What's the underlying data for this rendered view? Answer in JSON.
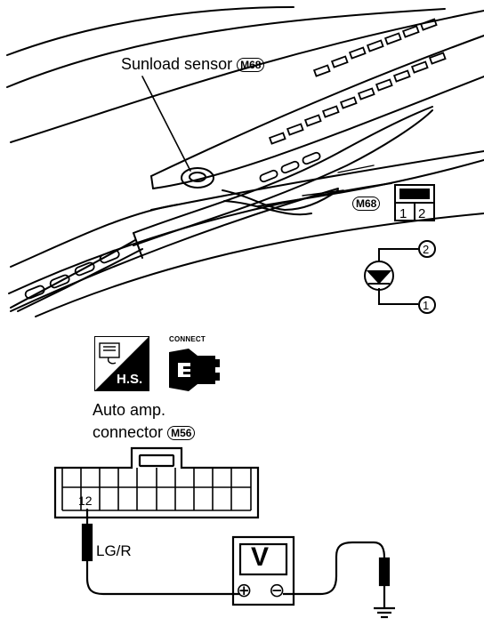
{
  "sunload_sensor": {
    "label": "Sunload sensor",
    "connector": "M68"
  },
  "sensor_connector": {
    "id": "M68",
    "pins": [
      "1",
      "2"
    ]
  },
  "diode_circuit": {
    "pin_top": "2",
    "pin_bottom": "1"
  },
  "icons": {
    "hs_badge_text": "H.S.",
    "connect_label": "CONNECT"
  },
  "auto_amp": {
    "line1": "Auto amp.",
    "line2": "connector",
    "connector": "M56",
    "terminal": "12"
  },
  "wire": {
    "color_code": "LG/R"
  },
  "meter": {
    "symbol": "V",
    "plus": "⊕",
    "minus": "⊖"
  }
}
